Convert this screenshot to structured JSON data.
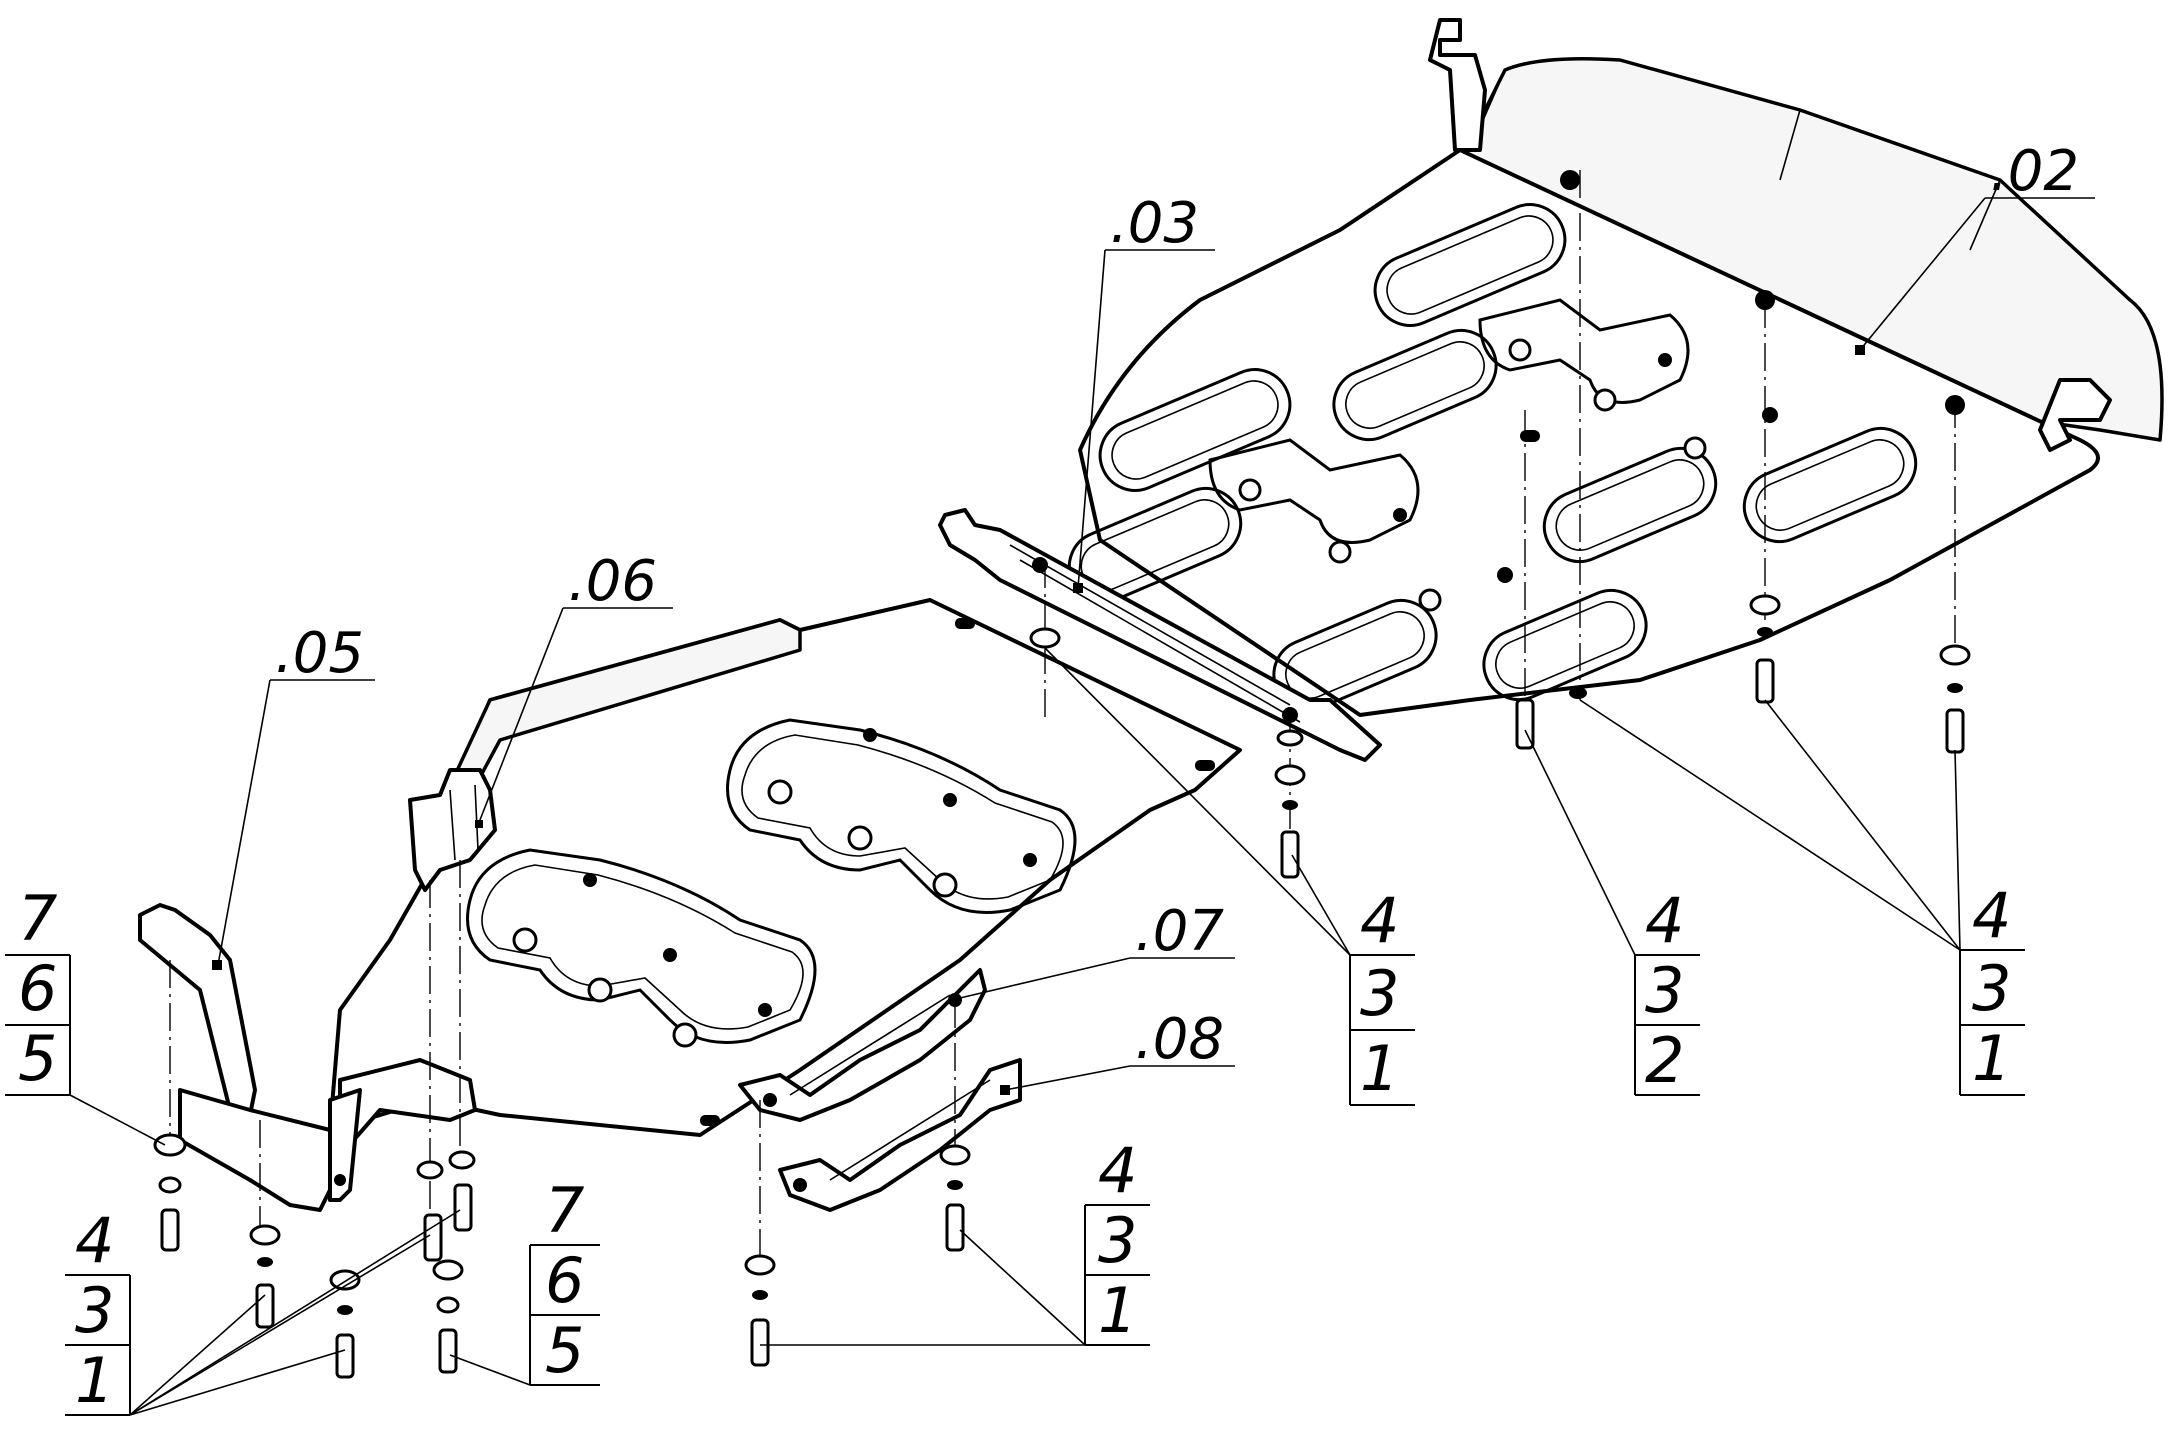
{
  "part_labels": {
    "p02": ".02",
    "p03": ".03",
    "p05": ".05",
    "p06": ".06",
    "p07": ".07",
    "p08": ".08"
  },
  "fastener_tables": [
    {
      "id": "t_left_765",
      "rows": [
        "7",
        "6",
        "5"
      ]
    },
    {
      "id": "t_bl_431",
      "rows": [
        "4",
        "3",
        "1"
      ]
    },
    {
      "id": "t_mid_765",
      "rows": [
        "7",
        "6",
        "5"
      ]
    },
    {
      "id": "t_c_431",
      "rows": [
        "4",
        "3",
        "1"
      ]
    },
    {
      "id": "t_r1_431",
      "rows": [
        "4",
        "3",
        "1"
      ]
    },
    {
      "id": "t_r2_432",
      "rows": [
        "4",
        "3",
        "2"
      ]
    },
    {
      "id": "t_r3_431",
      "rows": [
        "4",
        "3",
        "1"
      ]
    }
  ]
}
